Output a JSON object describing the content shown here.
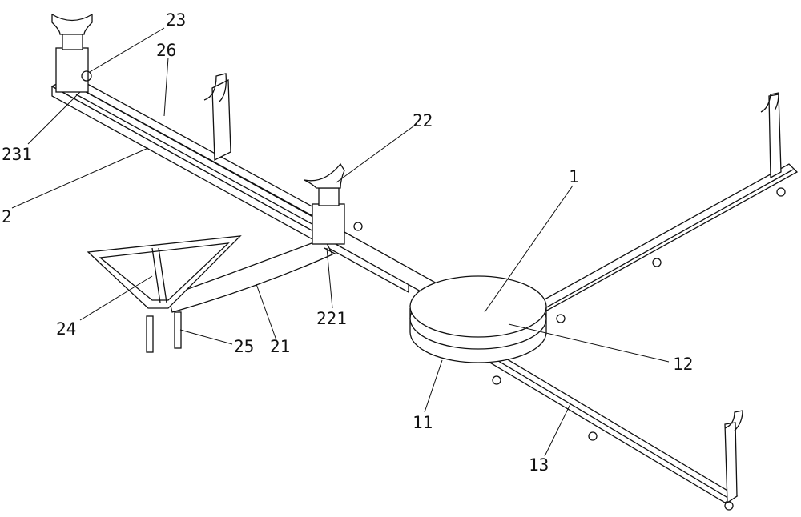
{
  "figure": {
    "labels": {
      "l23": "23",
      "l26": "26",
      "l231": "231",
      "l2": "2",
      "l22": "22",
      "l1": "1",
      "l24": "24",
      "l25": "25",
      "l21": "21",
      "l221": "221",
      "l12": "12",
      "l11": "11",
      "l13": "13"
    }
  }
}
